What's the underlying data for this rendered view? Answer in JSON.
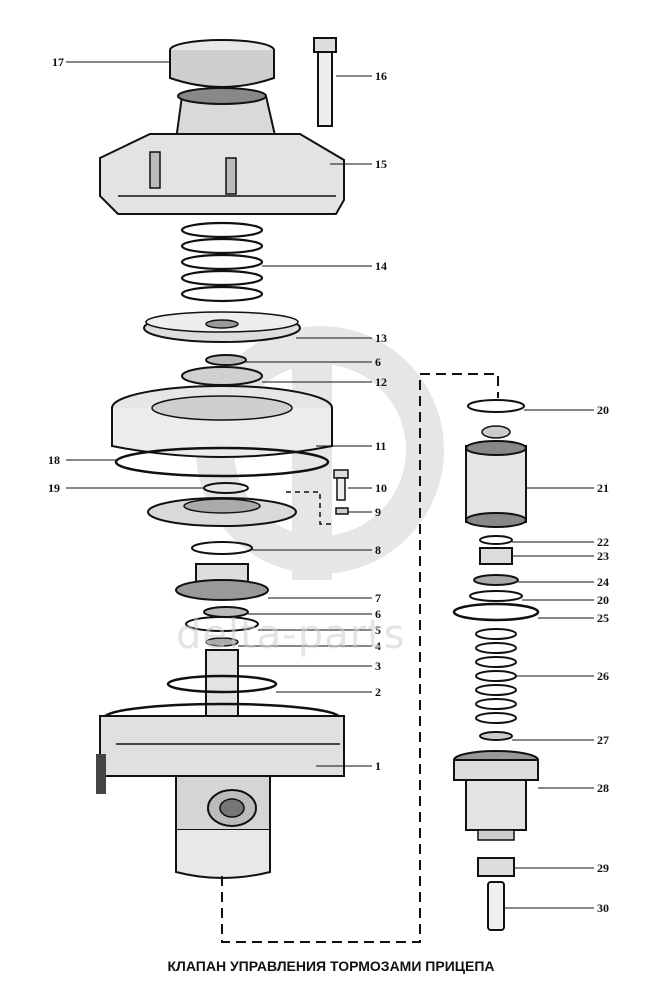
{
  "caption": "КЛАПАН УПРАВЛЕНИЯ ТОРМОЗАМИ ПРИЦЕПА",
  "watermark": "delta-parts",
  "callouts": [
    "17",
    "16",
    "15",
    "14",
    "13",
    "6",
    "12",
    "11",
    "18",
    "10",
    "19",
    "9",
    "8",
    "7",
    "6",
    "5",
    "4",
    "3",
    "2",
    "1",
    "20",
    "21",
    "22",
    "23",
    "24",
    "20",
    "25",
    "26",
    "27",
    "28",
    "29",
    "30"
  ]
}
